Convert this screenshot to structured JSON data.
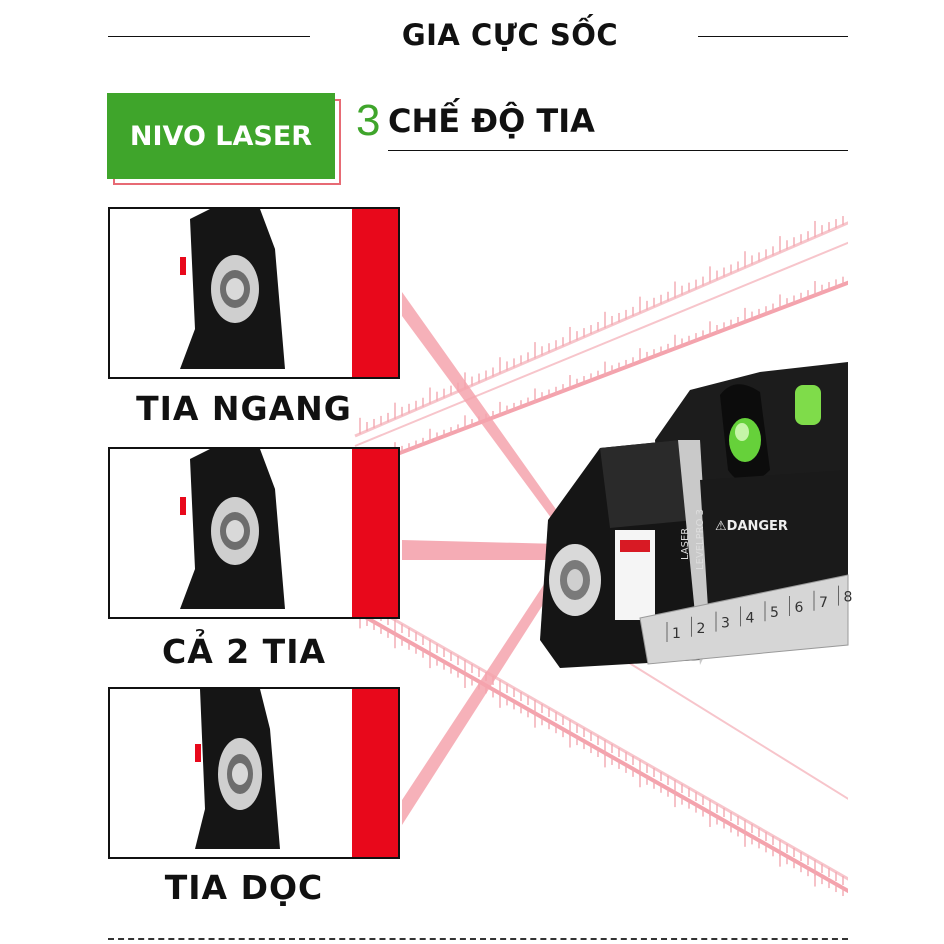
{
  "header": {
    "title": "GIA CỰC SỐC"
  },
  "badge": {
    "label": "NIVO LASER"
  },
  "modes": {
    "number": "3",
    "label": "CHẾ ĐỘ TIA"
  },
  "panels": [
    {
      "caption": "TIA NGANG"
    },
    {
      "caption": "CẢ 2 TIA"
    },
    {
      "caption": "TIA DỌC"
    }
  ],
  "device": {
    "brand_line1": "LASER",
    "brand_line2": "LEVELPRO 3",
    "warning": "⚠DANGER",
    "ruler_ticks": [
      "1",
      "2",
      "3",
      "4",
      "5",
      "6",
      "7",
      "8"
    ]
  },
  "colors": {
    "accent_green": "#3fa52b",
    "laser_red": "#e8081b",
    "beam_pink": "#f4a3ad"
  }
}
